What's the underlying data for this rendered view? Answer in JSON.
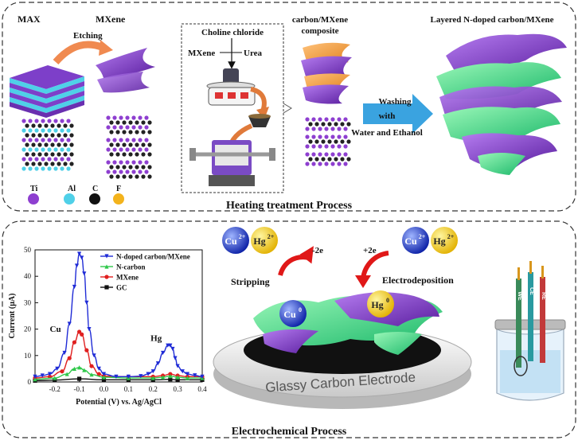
{
  "top": {
    "title": "Heating treatment Process",
    "max_label": "MAX",
    "mxene_label": "MXene",
    "etching_label": "Etching",
    "choline_label": "Choline chloride",
    "mxene_inbox_label": "MXene",
    "urea_label": "Urea",
    "composite_label_1": "carbon/MXene",
    "composite_label_2": "composite",
    "final_label": "Layered N-doped carbon/MXene",
    "washing_1": "Washing",
    "washing_2": "with",
    "washing_3": "Water and Ethanol",
    "legend": [
      {
        "symbol": "Ti",
        "color": "#8e3fd0"
      },
      {
        "symbol": "Al",
        "color": "#4fd0e8"
      },
      {
        "symbol": "C",
        "color": "#111111"
      },
      {
        "symbol": "F",
        "color": "#f3b31c"
      }
    ]
  },
  "bottom": {
    "title": "Electrochemical Process",
    "stripping_label": "Stripping",
    "electrodeposition_label": "Electrodeposition",
    "minus2e": "-2e",
    "plus2e": "+2e",
    "cu2": "Cu",
    "cu2_sup": "2+",
    "hg2": "Hg",
    "hg2_sup": "2+",
    "cu0": "Cu",
    "cu0_sup": "0",
    "hg0": "Hg",
    "hg0_sup": "0",
    "electrode_text": "Glassy Carbon Electrode",
    "cell_labels": [
      "WE",
      "CE",
      "RE"
    ]
  },
  "chart_data": {
    "type": "line",
    "xlabel": "Potential (V) vs. Ag/AgCl",
    "ylabel": "Current (μA)",
    "xlim": [
      -0.28,
      0.4
    ],
    "ylim": [
      0,
      50
    ],
    "xticks": [
      -0.2,
      -0.1,
      0.0,
      0.1,
      0.2,
      0.3,
      0.4
    ],
    "yticks": [
      0,
      10,
      20,
      30,
      40,
      50
    ],
    "annotations": [
      "Cu",
      "Hg"
    ],
    "legend_position": "top-right",
    "series": [
      {
        "name": "N-doped carbon/MXene",
        "color": "#1f2bd6",
        "marker": "triangle-down",
        "x": [
          -0.28,
          -0.25,
          -0.22,
          -0.19,
          -0.16,
          -0.14,
          -0.12,
          -0.11,
          -0.1,
          -0.09,
          -0.08,
          -0.07,
          -0.06,
          -0.04,
          -0.02,
          0.0,
          0.05,
          0.1,
          0.15,
          0.18,
          0.2,
          0.22,
          0.24,
          0.26,
          0.27,
          0.28,
          0.29,
          0.3,
          0.32,
          0.34,
          0.37,
          0.4
        ],
        "y": [
          2,
          2.4,
          3,
          5,
          11,
          22,
          36,
          44,
          48.5,
          47,
          41,
          30,
          20,
          10,
          5,
          3,
          2,
          2,
          2.2,
          3,
          4,
          7,
          11,
          13.8,
          13.8,
          12.5,
          9,
          6,
          4,
          3,
          2.5,
          2
        ]
      },
      {
        "name": "N-carbon",
        "color": "#2fc84a",
        "marker": "triangle-up",
        "x": [
          -0.28,
          -0.2,
          -0.15,
          -0.12,
          -0.1,
          -0.08,
          -0.05,
          0.0,
          0.1,
          0.2,
          0.24,
          0.27,
          0.3,
          0.34,
          0.4
        ],
        "y": [
          1,
          1.5,
          3,
          5,
          5.5,
          4.5,
          2.8,
          1.8,
          1.5,
          1.5,
          1.8,
          2.2,
          1.8,
          1.5,
          1.5
        ]
      },
      {
        "name": "MXene",
        "color": "#e02020",
        "marker": "circle",
        "x": [
          -0.28,
          -0.22,
          -0.17,
          -0.14,
          -0.12,
          -0.1,
          -0.09,
          -0.07,
          -0.05,
          -0.02,
          0.0,
          0.1,
          0.2,
          0.24,
          0.27,
          0.3,
          0.34,
          0.4
        ],
        "y": [
          1.5,
          2,
          4,
          9,
          15,
          19,
          18,
          12,
          6,
          3,
          2.2,
          2,
          2,
          2.4,
          3,
          2.4,
          2,
          2
        ]
      },
      {
        "name": "GC",
        "color": "#111111",
        "marker": "square",
        "x": [
          -0.28,
          -0.2,
          -0.1,
          0.0,
          0.1,
          0.2,
          0.27,
          0.3,
          0.4
        ],
        "y": [
          0.5,
          0.7,
          1.2,
          0.8,
          0.8,
          0.8,
          1.0,
          0.8,
          0.8
        ]
      }
    ]
  }
}
